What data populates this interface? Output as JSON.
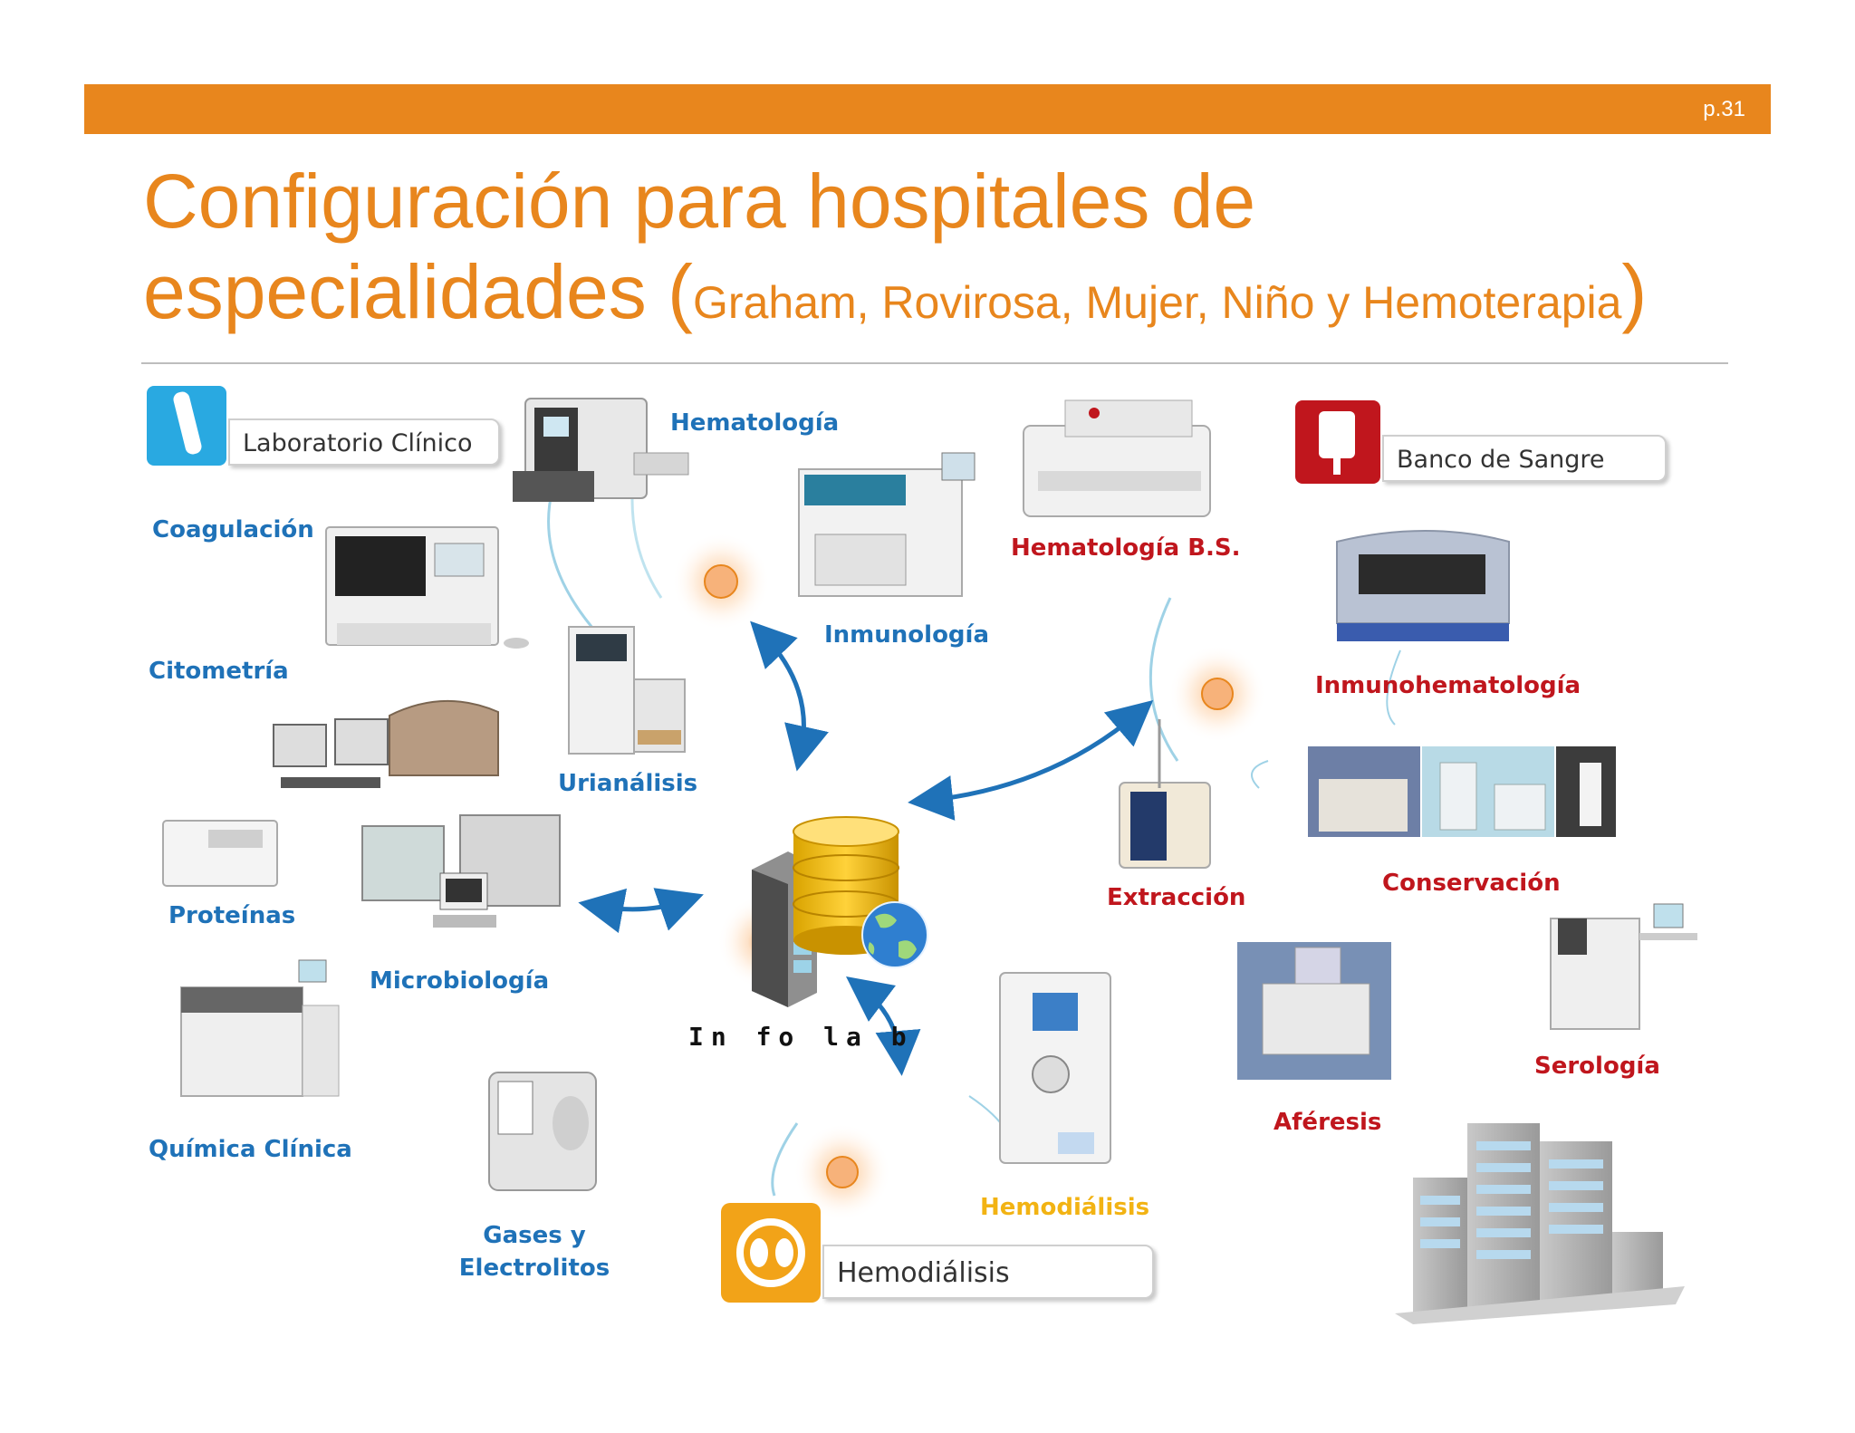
{
  "header": {
    "page_number": "p.31"
  },
  "title": {
    "line1": "Configuración para hospitales de",
    "line2_main": "especialidades (",
    "line2_sub": "Graham, Rovirosa, Mujer, Niño y Hemoterapia",
    "line2_close": ")"
  },
  "modules": {
    "lab": "Laboratorio Clínico",
    "blood": "Banco de Sangre",
    "hemo": "Hemodiálisis"
  },
  "lab_labels": {
    "hematologia": "Hematología",
    "coagulacion": "Coagulación",
    "inmunologia": "Inmunología",
    "citometria": "Citometría",
    "urianalisis": "Urianálisis",
    "proteinas": "Proteínas",
    "microbiologia": "Microbiología",
    "quimica": "Química Clínica",
    "gases_1": "Gases y",
    "gases_2": "Electrolitos"
  },
  "blood_labels": {
    "hematologia_bs": "Hematología B.S.",
    "inmunohematologia": "Inmunohematología",
    "extraccion": "Extracción",
    "conservacion": "Conservación",
    "serologia": "Serología",
    "aferesis": "Aféresis"
  },
  "hemo_labels": {
    "hemodialisis": "Hemodiálisis"
  },
  "center_label": "In fo la b",
  "colors": {
    "orange": "#e8861d",
    "blue": "#1f72b8",
    "red": "#c0161d",
    "yellow": "#f2b313"
  }
}
